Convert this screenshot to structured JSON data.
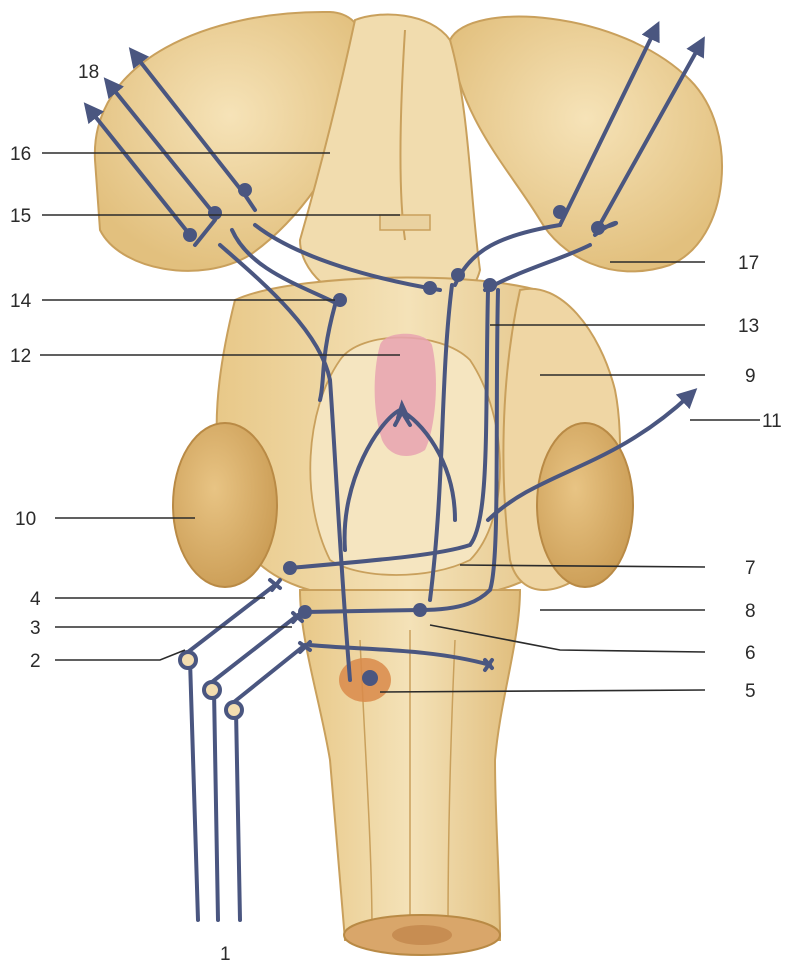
{
  "figure": {
    "colors": {
      "background": "#ffffff",
      "tissue_light": "#f3ddb0",
      "tissue_mid": "#e8c888",
      "tissue_edge": "#c9a05c",
      "tissue_shadow": "#b98a45",
      "pathway": "#4a5680",
      "nucleus_pink": "#e8a3b0",
      "nucleus_orange": "#d98a4a",
      "leader_line": "#2b2b2b"
    },
    "labels": {
      "l1": "1",
      "l2": "2",
      "l3": "3",
      "l4": "4",
      "l5": "5",
      "l6": "6",
      "l7": "7",
      "l8": "8",
      "l9": "9",
      "l10": "10",
      "l11": "11",
      "l12": "12",
      "l13": "13",
      "l14": "14",
      "l15": "15",
      "l16": "16",
      "l17": "17",
      "l18": "18"
    },
    "arrows": [
      "arrow-up-left-1",
      "arrow-up-left-2",
      "arrow-up-left-3",
      "arrow-up-right-1",
      "arrow-up-right-2",
      "arrow-right-11"
    ]
  }
}
